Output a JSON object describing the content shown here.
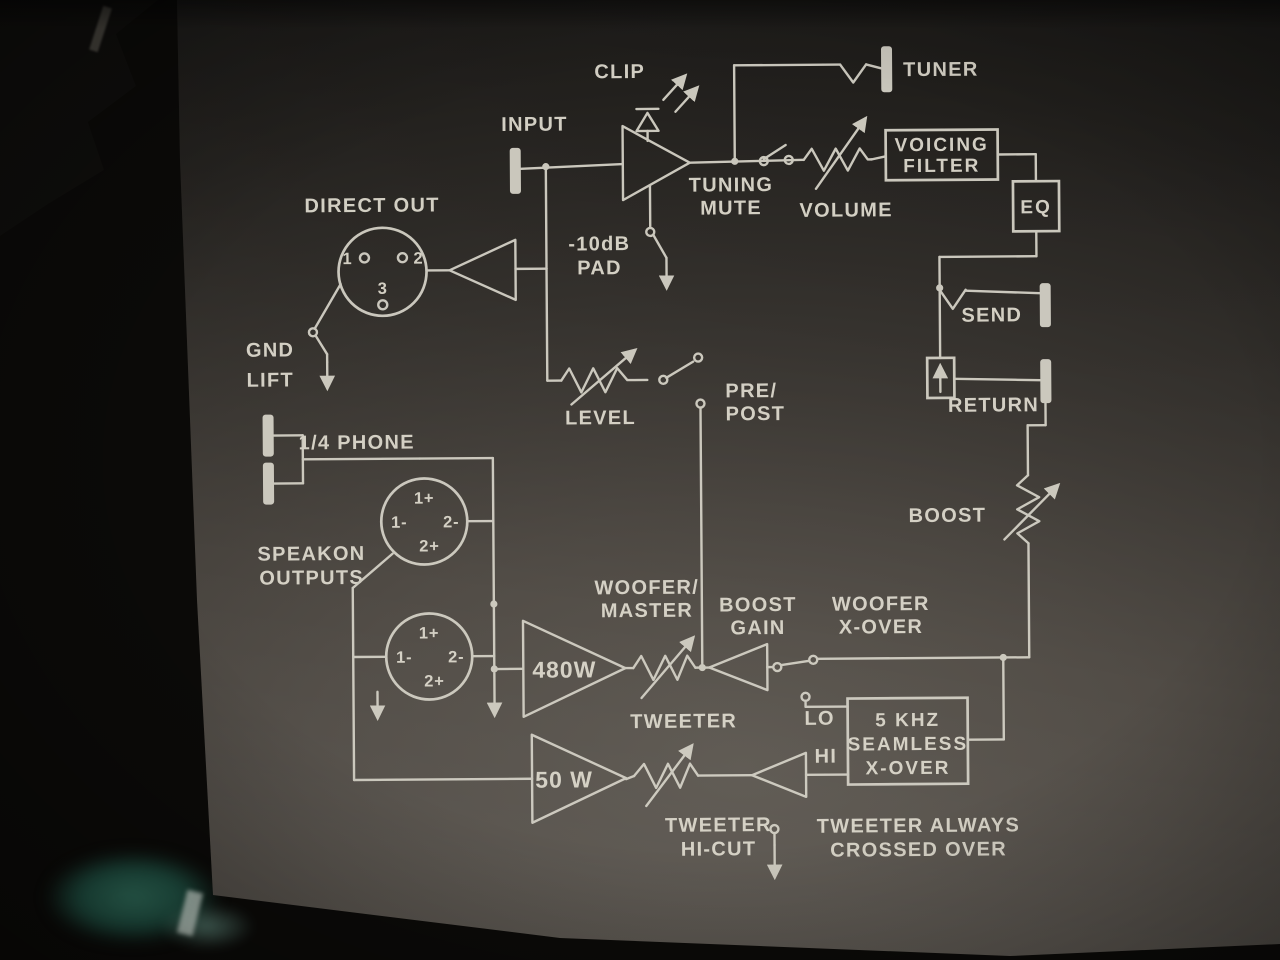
{
  "diagram": {
    "labels": {
      "clip": "CLIP",
      "input": "INPUT",
      "tuner": "TUNER",
      "tuning_mute": [
        "TUNING",
        "MUTE"
      ],
      "volume": "VOLUME",
      "direct_out": "DIRECT OUT",
      "gnd_lift": [
        "GND",
        "LIFT"
      ],
      "pad": [
        "-10dB",
        "PAD"
      ],
      "level": "LEVEL",
      "pre_post": [
        "PRE/",
        "POST"
      ],
      "send": "SEND",
      "return": "RETURN",
      "boost": "BOOST",
      "quarter_phone": "1/4 PHONE",
      "speakon_outputs": [
        "SPEAKON",
        "OUTPUTS"
      ],
      "woofer_master": [
        "WOOFER/",
        "MASTER"
      ],
      "boost_gain": [
        "BOOST",
        "GAIN"
      ],
      "woofer_xover": [
        "WOOFER",
        "X-OVER"
      ],
      "lo": "LO",
      "hi": "HI",
      "tweeter": "TWEETER",
      "tweeter_hicut": [
        "TWEETER",
        "HI-CUT"
      ],
      "tweeter_always": [
        "TWEETER ALWAYS",
        "CROSSED OVER"
      ]
    },
    "boxes": {
      "voicing_filter": [
        "VOICING",
        "FILTER"
      ],
      "eq": "EQ",
      "crossover": [
        "5 KHZ",
        "SEAMLESS",
        "X-OVER"
      ]
    },
    "amps": {
      "woofer_power": "480W",
      "tweeter_power": "50 W"
    },
    "connectors": {
      "xlr_pins": [
        "1",
        "2",
        "3"
      ],
      "speakon_pins": [
        "1+",
        "1-",
        "2-",
        "2+"
      ]
    },
    "colors": {
      "panel": "#413d38",
      "ink": "#d3d0c5",
      "background": "#0b0a08",
      "accent_green": "#2f6a58"
    }
  }
}
